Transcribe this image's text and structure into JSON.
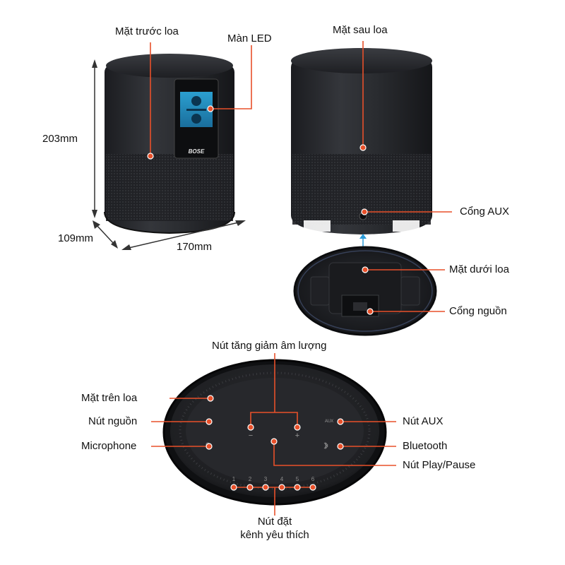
{
  "labels": {
    "front": "Mặt trước loa",
    "led": "Màn LED",
    "back": "Mặt sau loa",
    "aux_port": "Cổng AUX",
    "bottom": "Mặt dưới loa",
    "power_port": "Cổng nguồn",
    "volume": "Nút tăng giảm âm lượng",
    "top": "Mặt trên loa",
    "power_button": "Nút nguồn",
    "microphone": "Microphone",
    "aux_button": "Nút AUX",
    "bluetooth": "Bluetooth",
    "play_pause": "Nút Play/Pause",
    "presets_line1": "Nút đặt",
    "presets_line2": "kênh yêu thích"
  },
  "dimensions": {
    "height": "203mm",
    "depth": "109mm",
    "width": "170mm"
  },
  "device_text": {
    "brand": "BOSE",
    "aux_small": "AUX",
    "minus": "−",
    "plus": "+",
    "preset_numbers": [
      "1",
      "2",
      "3",
      "4",
      "5",
      "6"
    ]
  },
  "colors": {
    "accent": "#e8502a",
    "dimension_arrow": "#333333",
    "connector_arrow": "#2a9bd8",
    "speaker_body": "#26272b"
  }
}
